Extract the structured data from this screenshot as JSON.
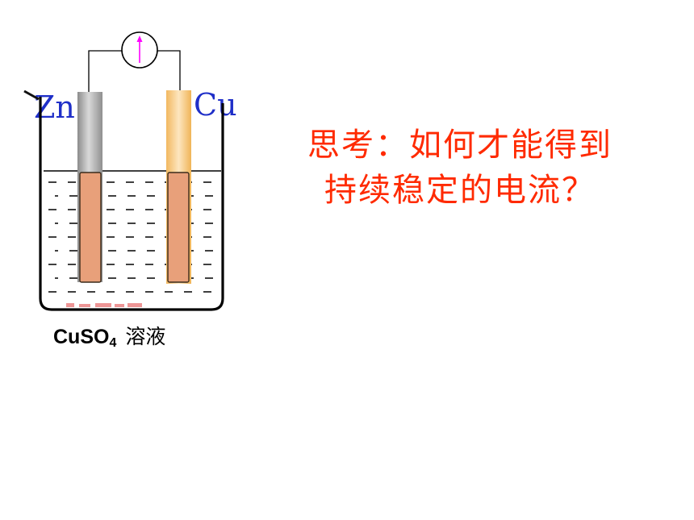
{
  "cell": {
    "anode_label": "Zn",
    "cathode_label": "Cu",
    "solution_formula_base": "CuSO",
    "solution_formula_sub": "4",
    "solution_name": "溶液"
  },
  "question": {
    "line1": "思考：如何才能得到",
    "line2": "持续稳定的电流？"
  },
  "colors": {
    "question_text": "#ff2a00",
    "electrode_labels": "#1f2fc8",
    "copper_deposit": "#e8a07a",
    "copper_electrode": "#f5cc8a",
    "zinc_electrode": "#a9a9a9",
    "meter_needle": "#ff00ff"
  }
}
